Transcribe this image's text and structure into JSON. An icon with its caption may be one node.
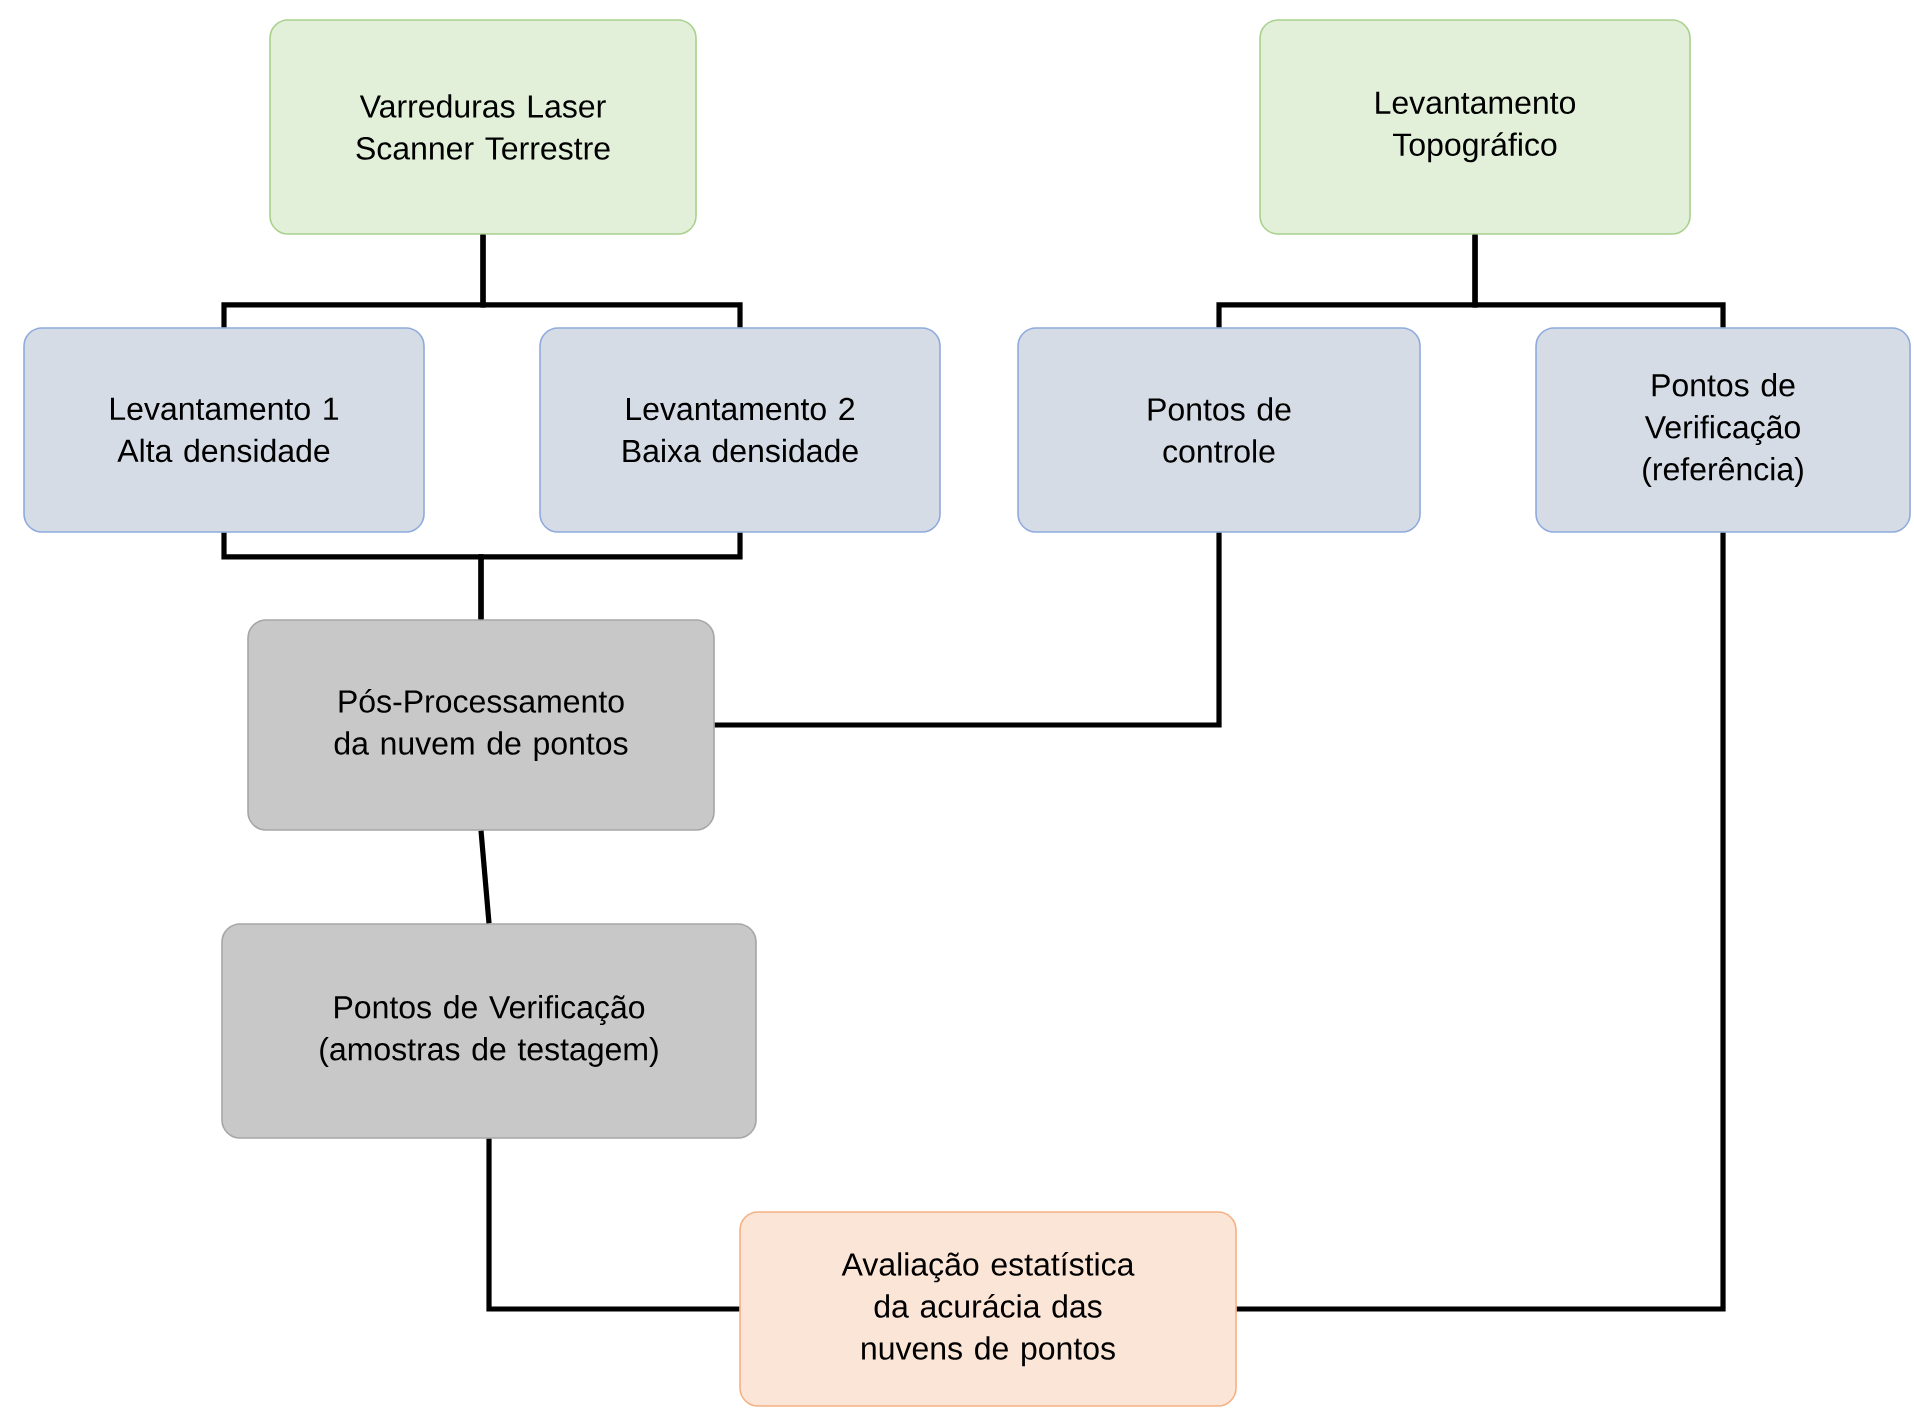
{
  "diagram": {
    "nodes": [
      {
        "text": [
          "Varreduras Laser Scanner Terrestre"
        ]
      },
      {
        "text": [
          "Levantamento Topográfico"
        ]
      },
      {
        "text": [
          "Levantamento 1 Alta densidade"
        ]
      },
      {
        "text": [
          "Levantamento 2 Baixa densidade"
        ]
      },
      {
        "text": [
          "Pontos de controle"
        ]
      },
      {
        "text": [
          "Pontos de Verificação (referência)"
        ]
      },
      {
        "text": [
          "Pós-Processamento da nuvem de pontos"
        ]
      },
      {
        "text": [
          "Pontos de Verificação (amostras de testagem)"
        ]
      },
      {
        "text": [
          "Avaliação estatística da acurácia das nuvens de pontos"
        ]
      }
    ],
    "edges": [
      {
        "from": 0,
        "to": 2,
        "arrow": "none"
      },
      {
        "from": 0,
        "to": 3,
        "arrow": "none"
      },
      {
        "from": 1,
        "to": 4,
        "arrow": "none"
      },
      {
        "from": 1,
        "to": 5,
        "arrow": "none"
      },
      {
        "from": 2,
        "to": 6,
        "arrow": "none"
      },
      {
        "from": 3,
        "to": 6,
        "arrow": "none"
      },
      {
        "from": 4,
        "to": 6,
        "arrow": "none"
      },
      {
        "from": 6,
        "to": 7,
        "arrow": "none"
      },
      {
        "from": 7,
        "to": 8,
        "arrow": "none"
      },
      {
        "from": 5,
        "to": 8,
        "arrow": "none"
      }
    ]
  }
}
